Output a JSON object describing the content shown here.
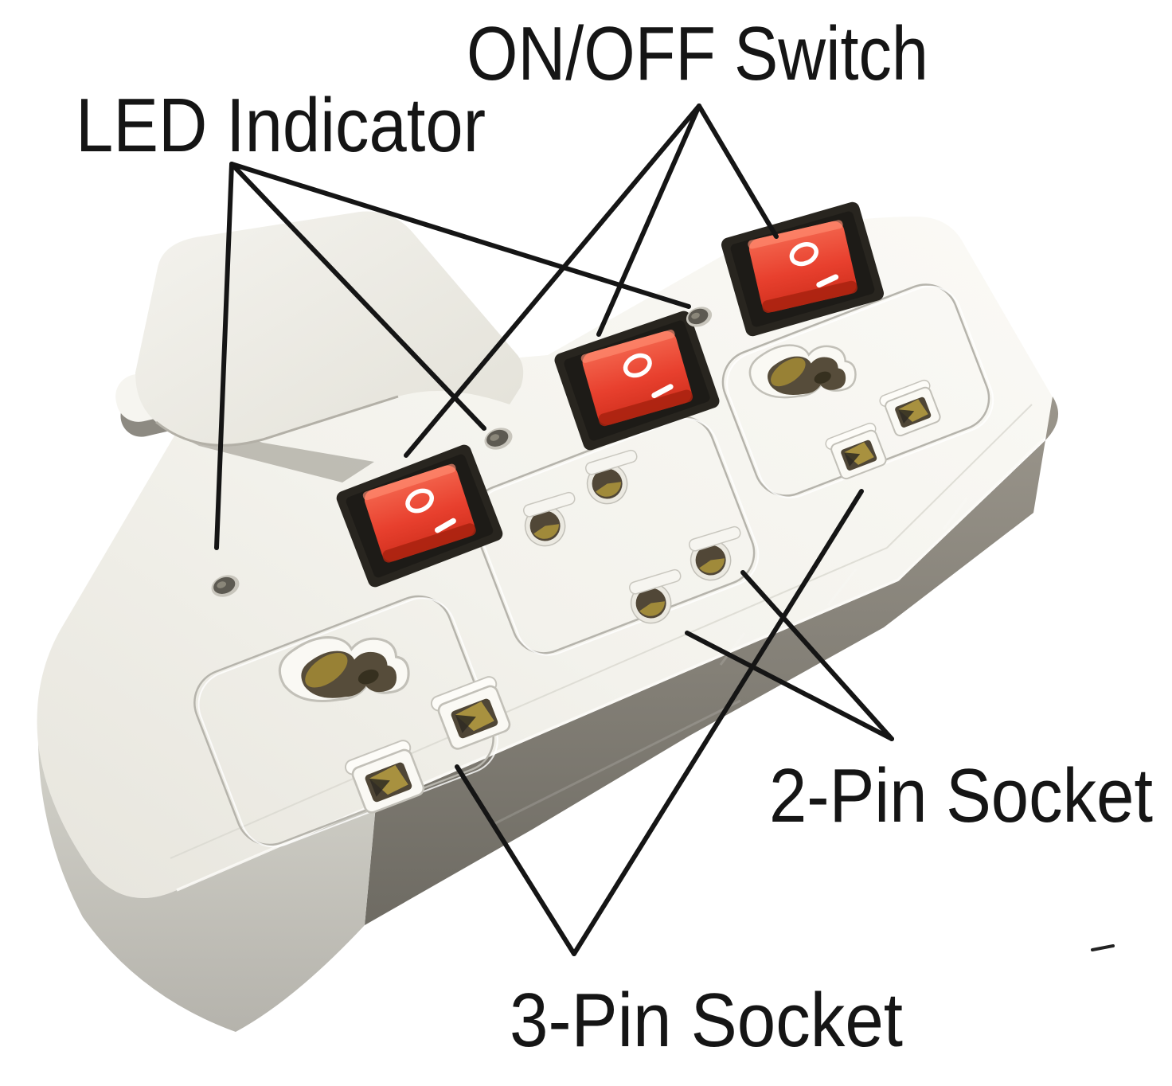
{
  "scene": {
    "description": "Annotated product photo of a white 3-way multi-plug power adapter on a white background",
    "background_color": "#ffffff"
  },
  "annotations": {
    "on_off_switch": {
      "label": "ON/OFF Switch"
    },
    "led_indicator": {
      "label": "LED Indicator"
    },
    "two_pin_socket": {
      "label": "2-Pin Socket"
    },
    "three_pin_socket": {
      "label": "3-Pin Socket"
    }
  },
  "device": {
    "body_color": "#f2f1ea",
    "side_color": "#8b8579",
    "front_side_color": "#c6c5bd",
    "switch_count": 3,
    "led_count": 3,
    "socket_panel_count": 3,
    "switch": {
      "bezel_color": "#28251f",
      "rocker_color": "#e8402e",
      "markings": [
        "O",
        "|"
      ]
    },
    "brass_color": "#a08a3a",
    "annotation_line_color": "#151515"
  }
}
